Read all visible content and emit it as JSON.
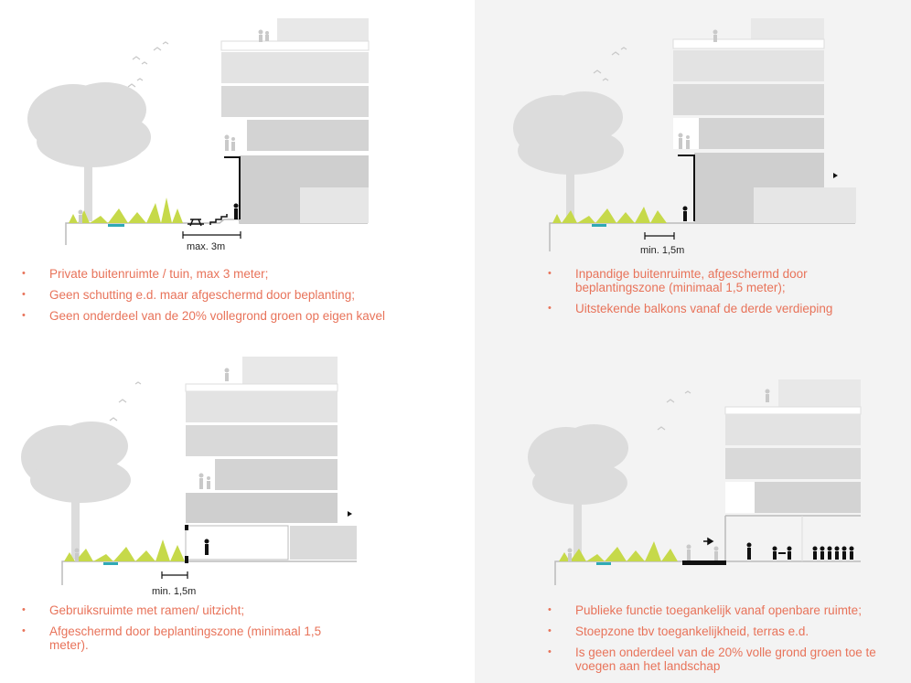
{
  "colors": {
    "note_text": "#e8735a",
    "tree": "#dcdcdc",
    "building_dark": "#cfcfcf",
    "building_light": "#e6e6e6",
    "grass": "#c6d94a",
    "water": "#2fa9b5"
  },
  "panels": [
    {
      "dimension_label": "max. 3m",
      "notes": [
        "Private buitenruimte / tuin, max 3 meter;",
        "Geen schutting e.d. maar afgeschermd door beplanting;",
        "Geen onderdeel van de 20% vollegrond groen op eigen kavel"
      ]
    },
    {
      "dimension_label": "min. 1,5m",
      "notes": [
        "Inpandige buitenruimte, afgeschermd door beplantingszone (minimaal 1,5 meter);",
        "Uitstekende balkons vanaf de derde verdieping"
      ]
    },
    {
      "dimension_label": "min. 1,5m",
      "notes": [
        "Gebruiksruimte met ramen/ uitzicht;",
        "Afgeschermd door beplantingszone (minimaal 1,5 meter)."
      ]
    },
    {
      "dimension_label": "",
      "notes": [
        "Publieke functie toegankelijk vanaf openbare ruimte;",
        "Stoepzone tbv toegankelijkheid, terras e.d.",
        "Is geen onderdeel van de 20% volle grond groen toe te voegen aan het landschap"
      ]
    }
  ]
}
